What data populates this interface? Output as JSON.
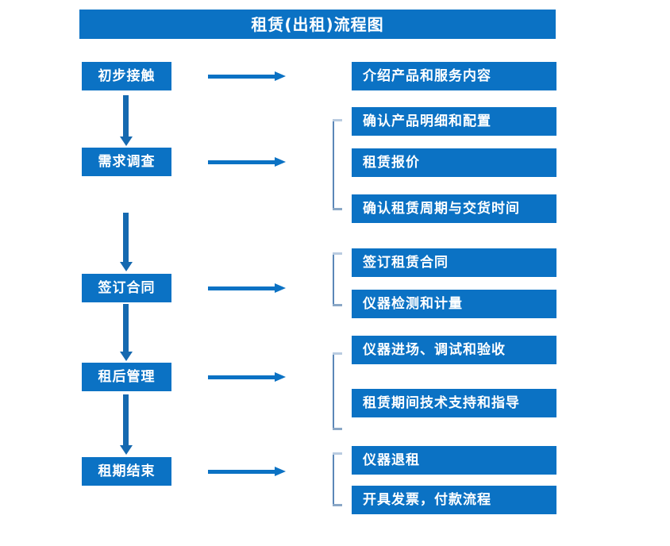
{
  "diagram": {
    "title": "租赁(出租)流程图",
    "accent_color": "#0b72c4",
    "arrow_color": "#1569b0",
    "bracket_color": "#5b87b8",
    "text_color": "#ffffff",
    "background_color": "#ffffff"
  },
  "stages": [
    {
      "label": "初步接触"
    },
    {
      "label": "需求调查"
    },
    {
      "label": "签订合同"
    },
    {
      "label": "租后管理"
    },
    {
      "label": "租期结束"
    }
  ],
  "details": [
    {
      "label": "介绍产品和服务内容"
    },
    {
      "label": "确认产品明细和配置"
    },
    {
      "label": "租赁报价"
    },
    {
      "label": "确认租赁周期与交货时间"
    },
    {
      "label": "签订租赁合同"
    },
    {
      "label": "仪器检测和计量"
    },
    {
      "label": "仪器进场、调试和验收"
    },
    {
      "label": "租赁期间技术支持和指导"
    },
    {
      "label": "仪器退租"
    },
    {
      "label": "开具发票，付款流程"
    }
  ],
  "chart_data": {
    "type": "diagram",
    "title": "租赁(出租)流程图",
    "flow": [
      {
        "stage": "初步接触",
        "outputs": [
          "介绍产品和服务内容"
        ]
      },
      {
        "stage": "需求调查",
        "outputs": [
          "确认产品明细和配置",
          "租赁报价",
          "确认租赁周期与交货时间"
        ]
      },
      {
        "stage": "签订合同",
        "outputs": [
          "签订租赁合同",
          "仪器检测和计量"
        ]
      },
      {
        "stage": "租后管理",
        "outputs": [
          "仪器进场、调试和验收",
          "租赁期间技术支持和指导"
        ]
      },
      {
        "stage": "租期结束",
        "outputs": [
          "仪器退租",
          "开具发票，付款流程"
        ]
      }
    ]
  }
}
